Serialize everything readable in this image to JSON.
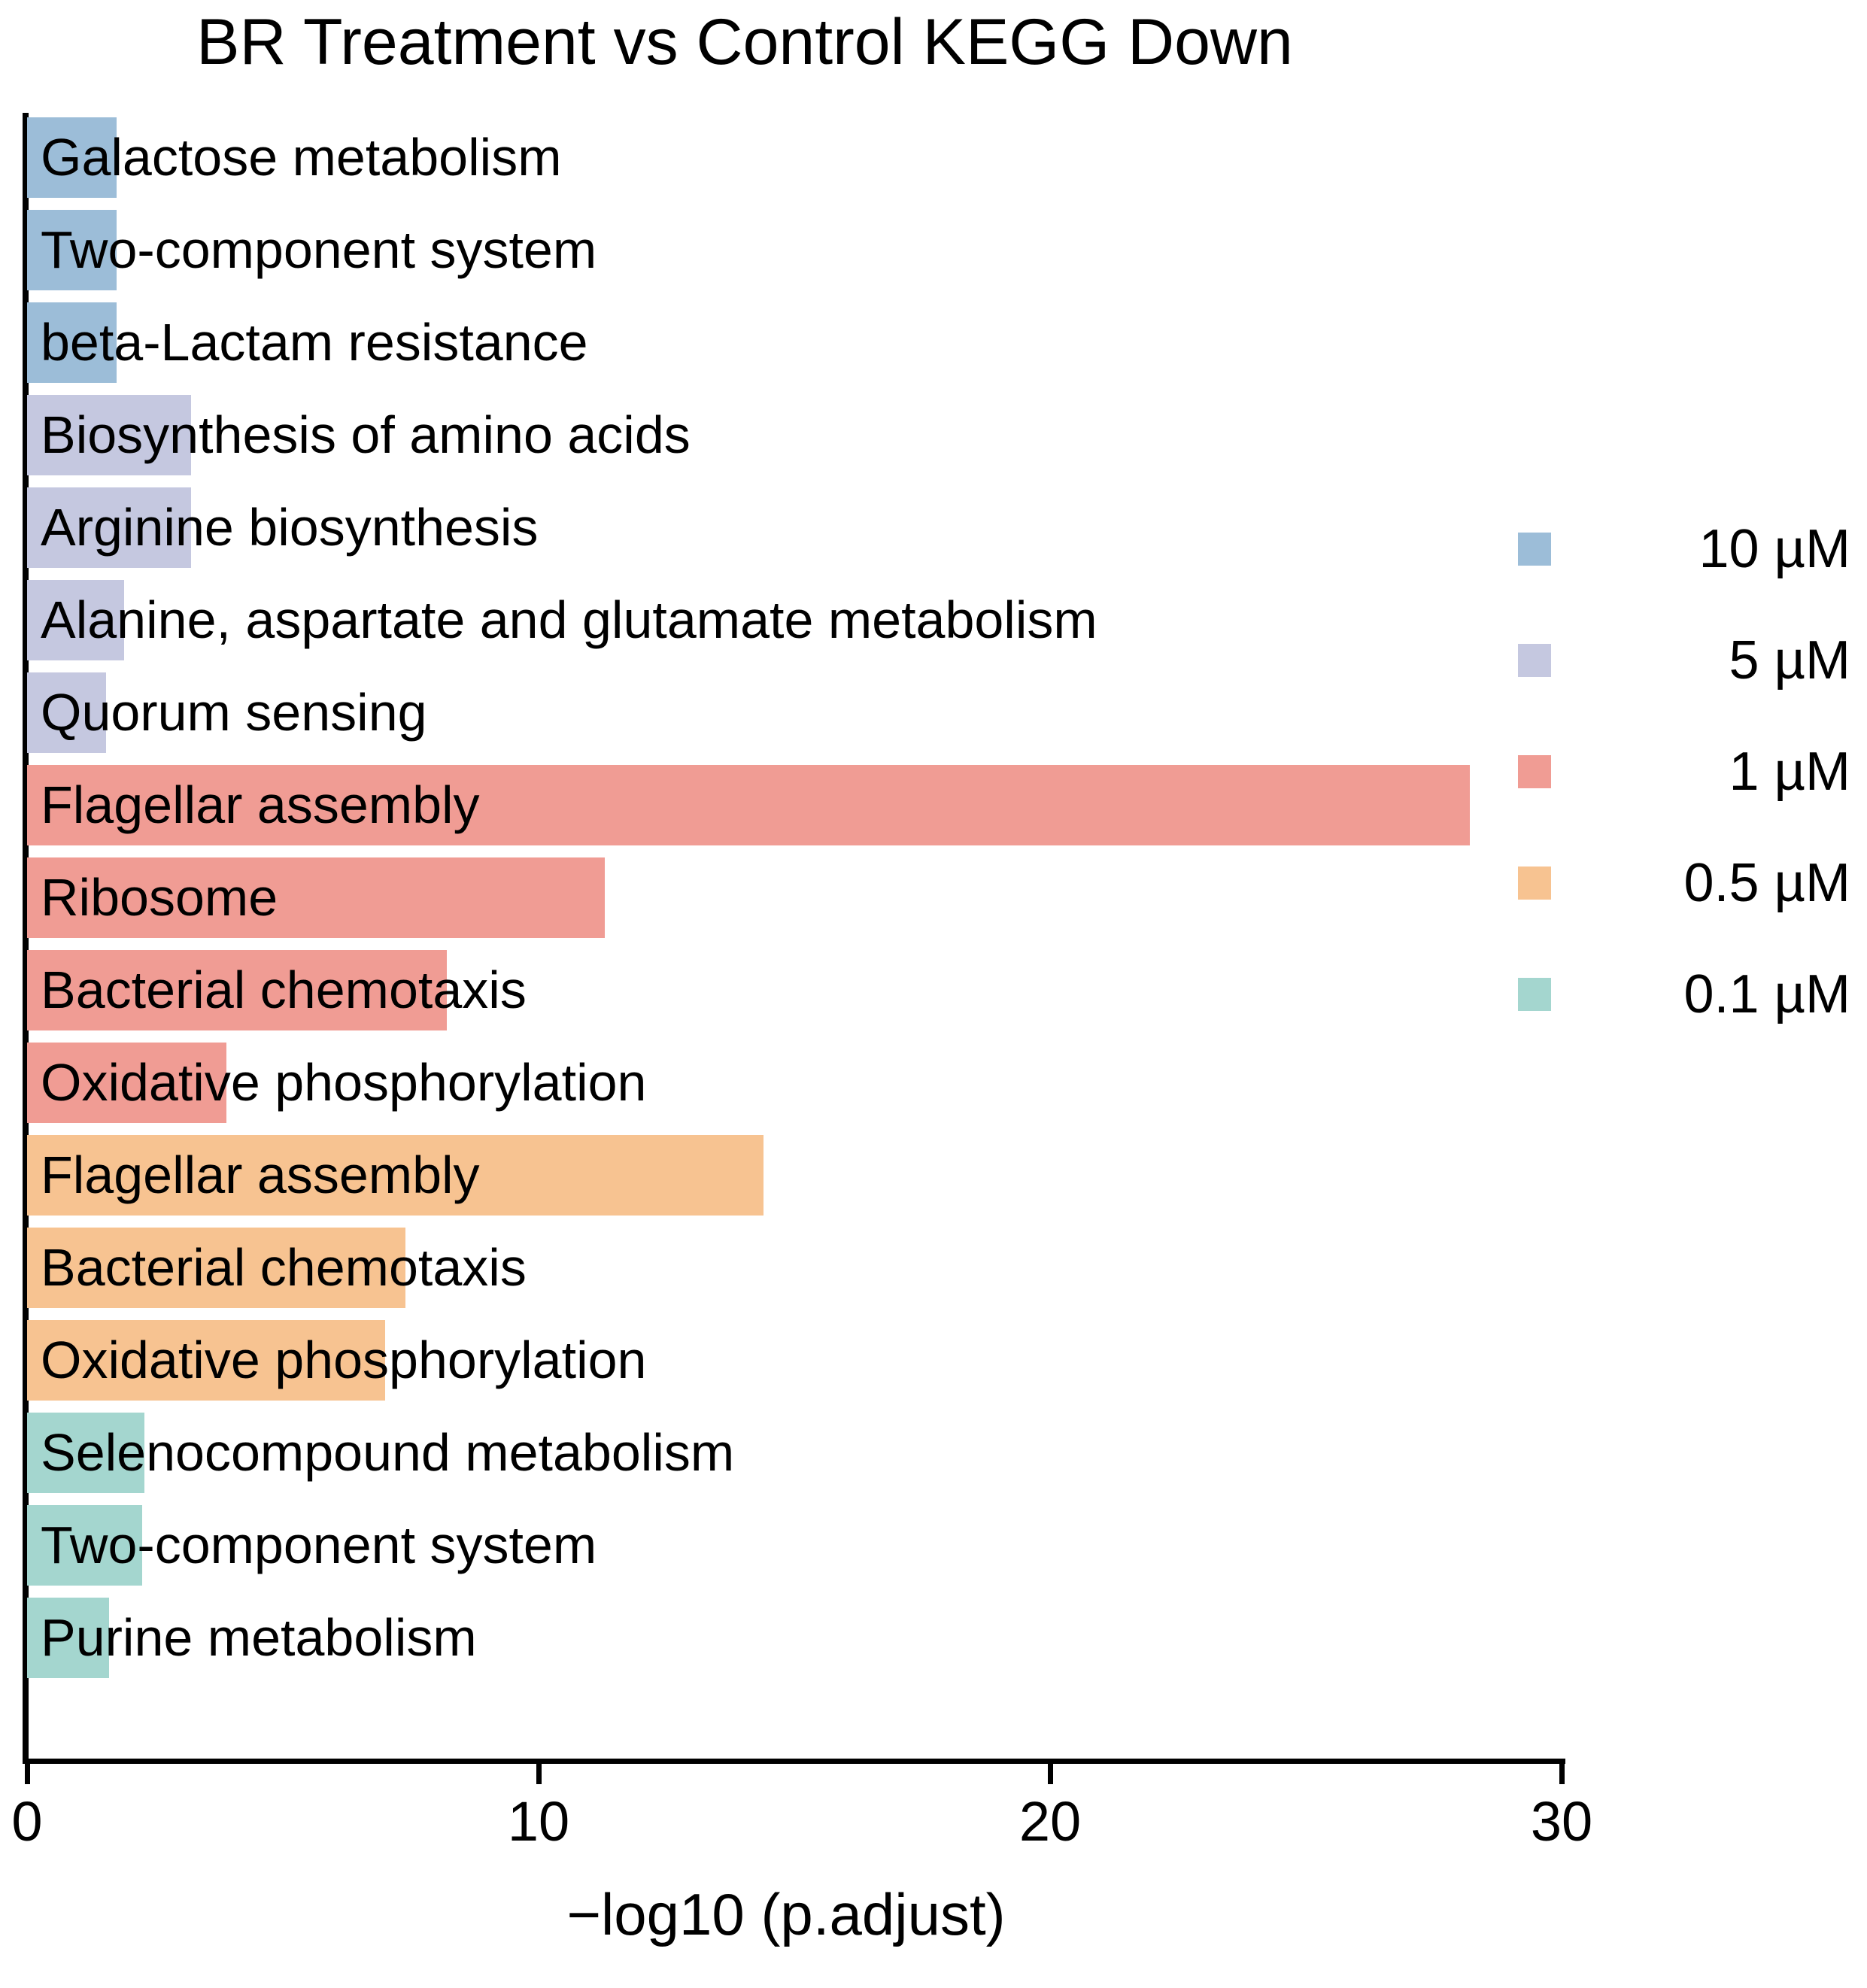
{
  "chart_data": {
    "type": "bar",
    "orientation": "horizontal",
    "title": "BR Treatment vs Control KEGG Down",
    "xlabel": "−log10 (p.adjust)",
    "ylabel": "",
    "xlim": [
      0,
      30
    ],
    "xticks": [
      0,
      10,
      20,
      30
    ],
    "xtick_labels": [
      "0",
      "10",
      "20",
      "30"
    ],
    "grid": false,
    "legend_position": "right",
    "legend": [
      {
        "label": "10 µM",
        "color": "#9CBDD8"
      },
      {
        "label": "5 µM",
        "color": "#C5C8E0"
      },
      {
        "label": "1 µM",
        "color": "#F09C94"
      },
      {
        "label": "0.5 µM",
        "color": "#F7C391"
      },
      {
        "label": "0.1 µM",
        "color": "#A4D6CF"
      }
    ],
    "categories": [
      "Galactose metabolism",
      "Two-component system",
      "beta-Lactam resistance",
      "Biosynthesis of amino acids",
      "Arginine biosynthesis",
      "Alanine, aspartate and glutamate metabolism",
      "Quorum sensing",
      "Flagellar assembly",
      "Ribosome",
      "Bacterial chemotaxis",
      "Oxidative phosphorylation",
      "Flagellar assembly",
      "Bacterial chemotaxis",
      "Oxidative phosphorylation",
      "Selenocompound metabolism",
      "Two-component system",
      "Purine metabolism"
    ],
    "values": [
      1.75,
      1.75,
      1.75,
      3.2,
      3.2,
      1.9,
      1.55,
      28.2,
      11.3,
      8.2,
      3.9,
      14.4,
      7.4,
      7.0,
      2.3,
      2.25,
      1.6
    ],
    "groups": [
      "10 µM",
      "10 µM",
      "10 µM",
      "5 µM",
      "5 µM",
      "5 µM",
      "5 µM",
      "1 µM",
      "1 µM",
      "1 µM",
      "1 µM",
      "0.5 µM",
      "0.5 µM",
      "0.5 µM",
      "0.1 µM",
      "0.1 µM",
      "0.1 µM"
    ],
    "bars": [
      {
        "label": "Galactose metabolism",
        "value": 1.75,
        "group": "10 µM",
        "color": "#9CBDD8"
      },
      {
        "label": "Two-component system",
        "value": 1.75,
        "group": "10 µM",
        "color": "#9CBDD8"
      },
      {
        "label": "beta-Lactam resistance",
        "value": 1.75,
        "group": "10 µM",
        "color": "#9CBDD8"
      },
      {
        "label": "Biosynthesis of amino acids",
        "value": 3.2,
        "group": "5 µM",
        "color": "#C5C8E0"
      },
      {
        "label": "Arginine biosynthesis",
        "value": 3.2,
        "group": "5 µM",
        "color": "#C5C8E0"
      },
      {
        "label": "Alanine, aspartate and glutamate metabolism",
        "value": 1.9,
        "group": "5 µM",
        "color": "#C5C8E0"
      },
      {
        "label": "Quorum sensing",
        "value": 1.55,
        "group": "5 µM",
        "color": "#C5C8E0"
      },
      {
        "label": "Flagellar assembly",
        "value": 28.2,
        "group": "1 µM",
        "color": "#F09C94"
      },
      {
        "label": "Ribosome",
        "value": 11.3,
        "group": "1 µM",
        "color": "#F09C94"
      },
      {
        "label": "Bacterial chemotaxis",
        "value": 8.2,
        "group": "1 µM",
        "color": "#F09C94"
      },
      {
        "label": "Oxidative phosphorylation",
        "value": 3.9,
        "group": "1 µM",
        "color": "#F09C94"
      },
      {
        "label": "Flagellar assembly",
        "value": 14.4,
        "group": "0.5 µM",
        "color": "#F7C391"
      },
      {
        "label": "Bacterial chemotaxis",
        "value": 7.4,
        "group": "0.5 µM",
        "color": "#F7C391"
      },
      {
        "label": "Oxidative phosphorylation",
        "value": 7.0,
        "group": "0.5 µM",
        "color": "#F7C391"
      },
      {
        "label": "Selenocompound metabolism",
        "value": 2.3,
        "group": "0.1 µM",
        "color": "#A4D6CF"
      },
      {
        "label": "Two-component system",
        "value": 2.25,
        "group": "0.1 µM",
        "color": "#A4D6CF"
      },
      {
        "label": "Purine metabolism",
        "value": 1.6,
        "group": "0.1 µM",
        "color": "#A4D6CF"
      }
    ]
  }
}
